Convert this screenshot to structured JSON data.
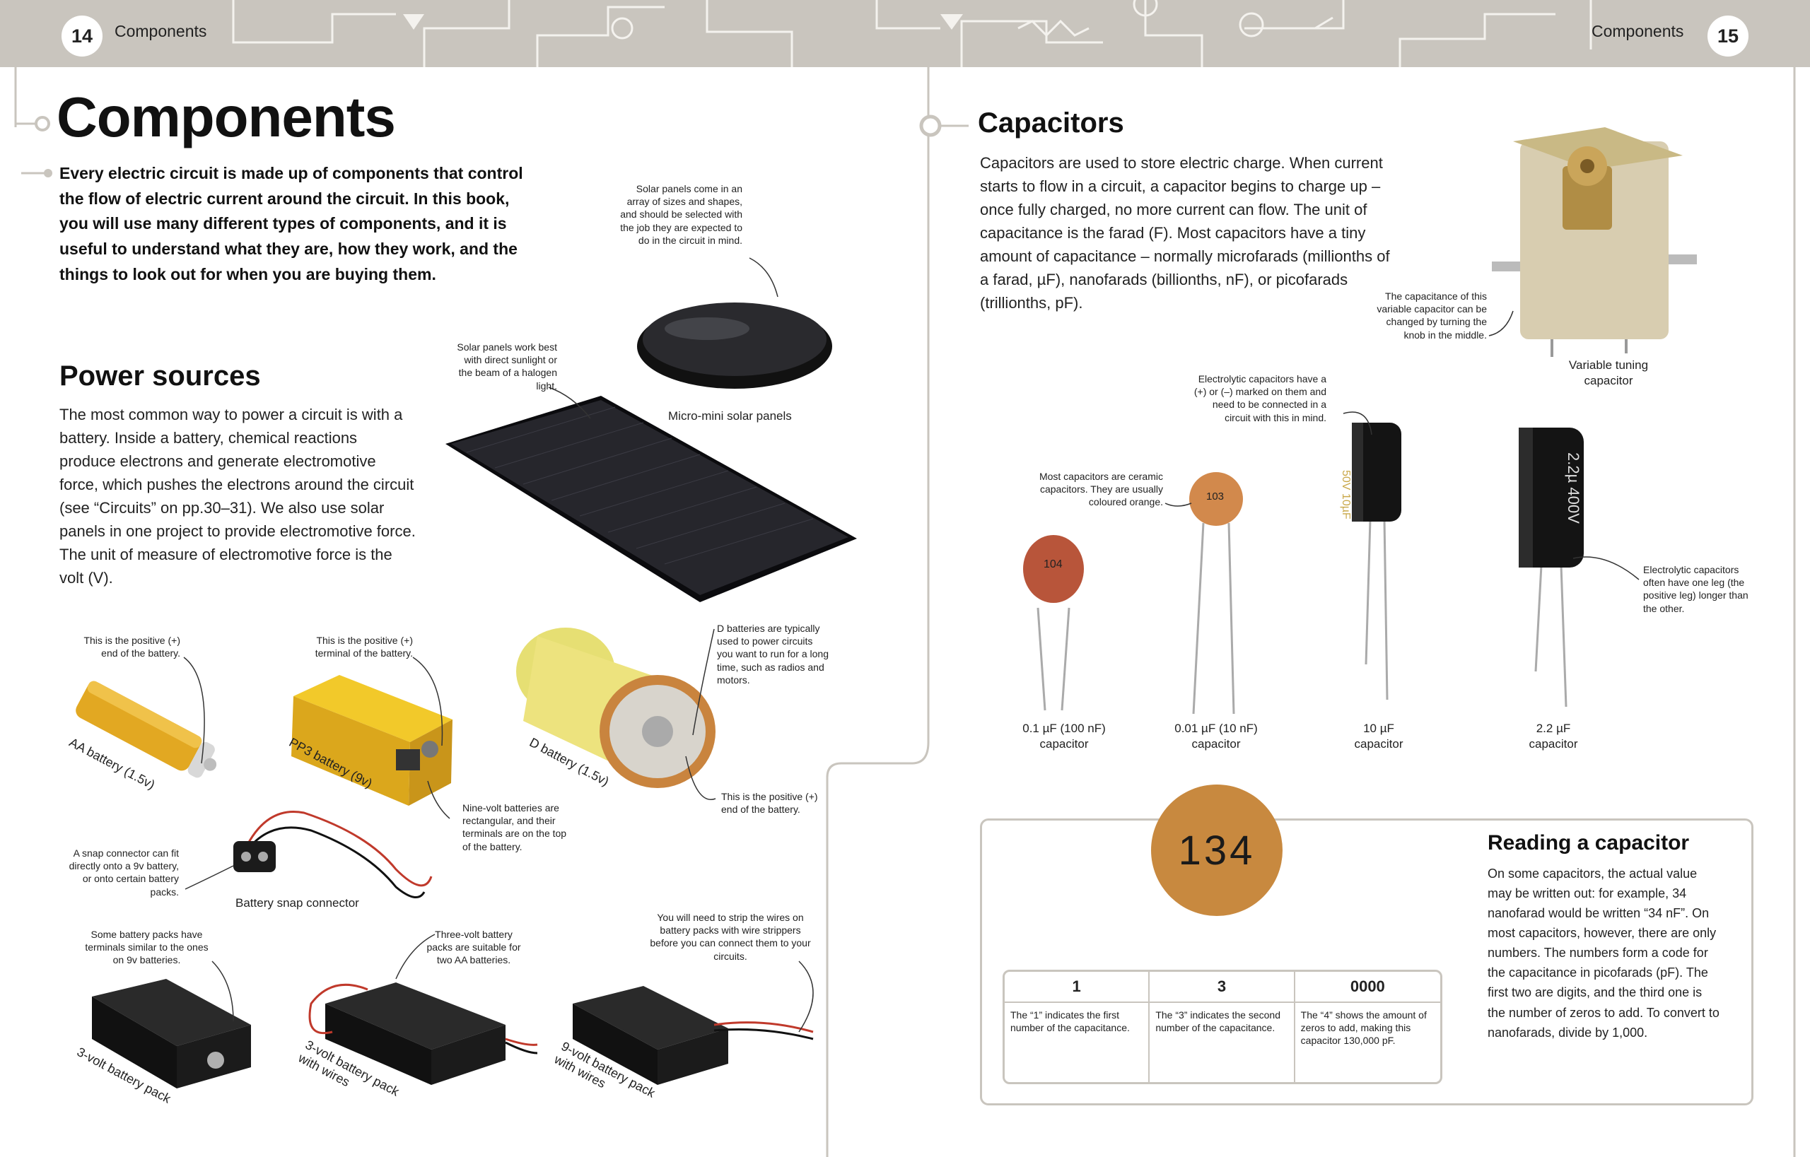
{
  "header": {
    "left_page_number": "14",
    "left_running_head": "Components",
    "right_running_head": "Components",
    "right_page_number": "15"
  },
  "left": {
    "title": "Components",
    "intro": "Every electric circuit is made up of components that control the flow of electric current around the circuit. In this book, you will use many different types of components, and it is useful to understand what they are, how they work, and the things to look out for when you are buying them.",
    "power_heading": "Power sources",
    "power_text": "The most common way to power a circuit is with a battery. Inside a battery, chemical reactions produce electrons and generate electromotive force, which pushes the electrons around the circuit (see “Circuits” on pp.30–31). We also use solar panels in one project to provide electromotive force. The unit of measure of electromotive force is the volt (V).",
    "captions": {
      "solar_sizes": "Solar panels come in an array of sizes and shapes, and should be selected with the job they are expected to do in the circuit in mind.",
      "solar_light": "Solar panels work best with direct sunlight or the beam of a halogen light.",
      "aa_positive": "This is the positive (+) end of the battery.",
      "pp3_positive": "This is the positive (+) terminal of the battery.",
      "d_use": "D batteries are typically used to power circuits you want to run for a long time, such as radios and motors.",
      "d_positive": "This is the positive (+) end of the battery.",
      "nine_volt": "Nine-volt batteries are rectangular, and their terminals are on the top of the battery.",
      "snap": "A snap connector can fit directly onto a 9v battery, or onto certain battery packs.",
      "packs_terminals": "Some battery packs have terminals similar to the ones on 9v batteries.",
      "three_volt": "Three-volt battery packs are suitable for two AA batteries.",
      "strip": "You will need to strip the wires on battery packs with wire strippers before you can connect them to your circuits."
    },
    "labels": {
      "micro_solar": "Micro-mini solar panels",
      "aa": "AA battery (1.5v)",
      "pp3": "PP3 battery (9v)",
      "d": "D battery (1.5v)",
      "snap": "Battery snap connector",
      "pack3": "3-volt battery pack",
      "pack3_wires": "3-volt battery pack with wires",
      "pack9_wires": "9-volt battery pack with wires"
    }
  },
  "right": {
    "heading": "Capacitors",
    "text": "Capacitors are used to store electric charge. When current starts to flow in a circuit, a capacitor begins to charge up – once fully charged, no more current can flow. The unit of capacitance is the farad (F). Most capacitors have a tiny amount of capacitance – normally microfarads (millionths of a farad, µF), nanofarads (billionths, nF), or picofarads (trillionths, pF).",
    "captions": {
      "variable": "The capacitance of this variable capacitor can be changed by turning the knob in the middle.",
      "electrolytic_marked": "Electrolytic capacitors have a (+) or (–) marked on them and need to be connected in a circuit with this in mind.",
      "ceramic": "Most capacitors are ceramic capacitors. They are usually coloured orange.",
      "leg": "Electrolytic capacitors often have one leg (the positive leg) longer than the other."
    },
    "labels": {
      "variable": "Variable tuning capacitor",
      "c1": "0.1 µF (100 nF) capacitor",
      "c2": "0.01 µF (10 nF) capacitor",
      "c3": "10 µF capacitor",
      "c4": "2.2 µF capacitor"
    },
    "markings": {
      "c1": "104",
      "c2": "103",
      "c3": "50V 10µF",
      "c4": "2.2µ 400V"
    },
    "reading": {
      "disc_code": "134",
      "heading": "Reading a capacitor",
      "text": "On some capacitors, the actual value may be written out: for example, 34 nanofarad would be written “34 nF”. On most capacitors, however, there are only numbers. The numbers form a code for the capacitance in picofarads (pF). The first two are digits, and the third one is the number of zeros to add. To convert to nanofarads, divide by 1,000.",
      "table": [
        {
          "head": "1",
          "text": "The “1” indicates the first number of the capacitance."
        },
        {
          "head": "3",
          "text": "The “3” indicates the second number of the capacitance."
        },
        {
          "head": "0000",
          "text": "The “4” shows the amount of zeros to add, making this capacitor 130,000 pF."
        }
      ]
    }
  },
  "colors": {
    "banner": "#c9c5be",
    "ceramic_orange": "#c8893f",
    "battery_yellow": "#e9c227",
    "text": "#222222"
  }
}
